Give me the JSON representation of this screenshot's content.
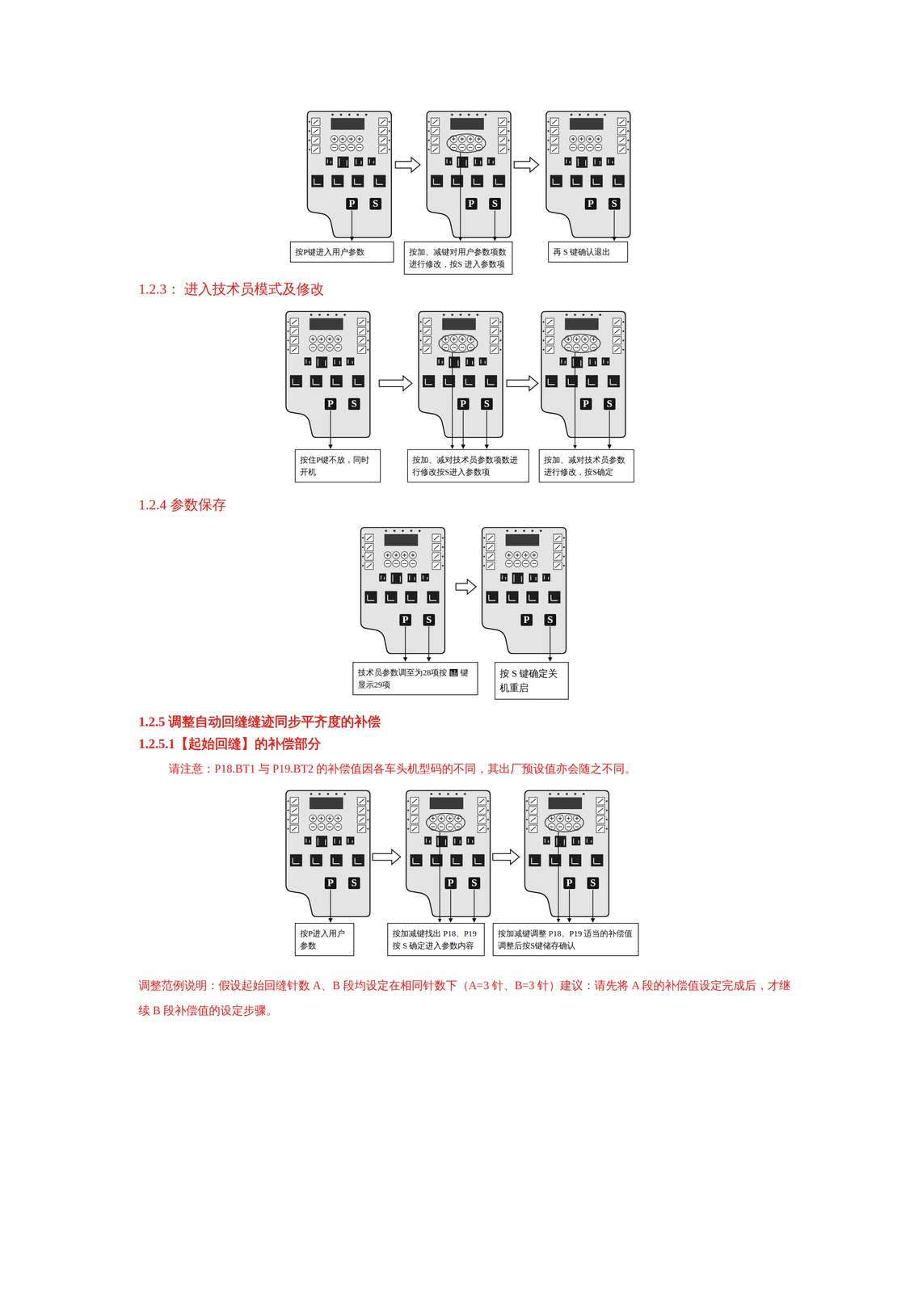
{
  "diagram": {
    "nodes": [
      {
        "text": [
          "P"
        ]
      },
      {
        "text": [
          "S"
        ]
      },
      {
        "text": [
          "P"
        ]
      },
      {
        "text": [
          "S"
        ]
      },
      {
        "text": [
          "P"
        ]
      },
      {
        "text": [
          "S"
        ]
      },
      {
        "text": [
          "按P键进入用户参数"
        ]
      },
      {
        "text": [
          "按加、减键对用户参数项数进行修改，按S 进入参数项"
        ]
      },
      {
        "text": [
          "再 S 键确认退出"
        ]
      },
      {
        "text": [
          "P"
        ]
      },
      {
        "text": [
          "S"
        ]
      },
      {
        "text": [
          "P"
        ]
      },
      {
        "text": [
          "S"
        ]
      },
      {
        "text": [
          "P"
        ]
      },
      {
        "text": [
          "S"
        ]
      },
      {
        "text": [
          "按住P键不放，同时开机"
        ]
      },
      {
        "text": [
          "按加、减对技术员参数项数进行修改按S进入参数项"
        ]
      },
      {
        "text": [
          "按加、减对技术员参数进行修改，按S确定"
        ]
      },
      {
        "text": [
          "P"
        ]
      },
      {
        "text": [
          "S"
        ]
      },
      {
        "text": [
          "P"
        ]
      },
      {
        "text": [
          "S"
        ]
      },
      {
        "text": [
          "技术员参数调至为28项按",
          "键显示29项"
        ]
      },
      {
        "text": [
          "按 S 键确定关机重启"
        ]
      },
      {
        "text": [
          "P"
        ]
      },
      {
        "text": [
          "S"
        ]
      },
      {
        "text": [
          "P"
        ]
      },
      {
        "text": [
          "S"
        ]
      },
      {
        "text": [
          "P"
        ]
      },
      {
        "text": [
          "S"
        ]
      },
      {
        "text": [
          "按P进入用户参数"
        ]
      },
      {
        "text": [
          "按加减键找出 P18、P19 按 S 确定进入参数内容"
        ]
      },
      {
        "text": [
          "按加减键调整 P18、P19 适当的补偿值调整后按S键储存确认"
        ]
      }
    ],
    "edges": [
      {
        "from": 0,
        "to": 6,
        "arrow": "to"
      },
      {
        "from": 3,
        "to": 7,
        "arrow": "to"
      },
      {
        "from": 5,
        "to": 8,
        "arrow": "to"
      },
      {
        "from": 9,
        "to": 15,
        "arrow": "to"
      },
      {
        "from": 11,
        "to": 16,
        "arrow": "to"
      },
      {
        "from": 12,
        "to": 16,
        "arrow": "to"
      },
      {
        "from": 14,
        "to": 17,
        "arrow": "to"
      },
      {
        "from": 18,
        "to": 22,
        "arrow": "to"
      },
      {
        "from": 19,
        "to": 22,
        "arrow": "to"
      },
      {
        "from": 21,
        "to": 23,
        "arrow": "to"
      },
      {
        "from": 24,
        "to": 30,
        "arrow": "to"
      },
      {
        "from": 26,
        "to": 31,
        "arrow": "to"
      },
      {
        "from": 27,
        "to": 31,
        "arrow": "to"
      },
      {
        "from": 28,
        "to": 32,
        "arrow": "to"
      },
      {
        "from": 29,
        "to": 32,
        "arrow": "to"
      }
    ],
    "labels": [
      "1.2.3： 进入技术员模式及修改",
      "1.2.4 参数保存",
      "1.2.5 调整自动回缝缝迹同步平齐度的补偿",
      "1.2.5.1【起始回缝】的补偿部分",
      "请注意：P18.BT1 与 P19.BT2 的补偿值因各车头机型码的不同，其出厂预设值亦会随之不同。",
      "调整范例说明：假设起始回缝针数 A、B 段均设定在相同针数下（A=3 针、B=3 针）建议：请先将 A 段的补偿值设定完成后，才继续 B 段补偿值的设定步骤。"
    ]
  }
}
